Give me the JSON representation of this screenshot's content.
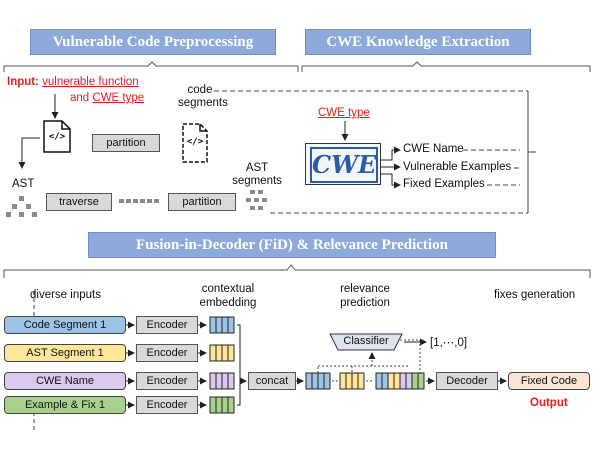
{
  "headers": {
    "preprocessing": "Vulnerable Code Preprocessing",
    "knowledge": "CWE Knowledge Extraction",
    "fid": "Fusion-in-Decoder (FiD) & Relevance Prediction"
  },
  "preprocessing": {
    "input_label": "Input:",
    "input_function": "vulnerable function",
    "and_text": "and",
    "input_cwe": "CWE type",
    "code_segments": "code\nsegments",
    "ast": "AST",
    "ast_segments": "AST\nsegments",
    "partition_top": "partition",
    "traverse": "traverse",
    "partition_bottom": "partition",
    "file_icon_glyph": "</>"
  },
  "knowledge": {
    "cwe_type": "CWE type",
    "logo_text": "CWE",
    "cwe_name": "CWE Name",
    "vulnerable_examples": "Vulnerable Examples",
    "fixed_examples": "Fixed Examples"
  },
  "fid": {
    "diverse_inputs": "diverse inputs",
    "contextual_embedding": "contextual\nembedding",
    "relevance_prediction": "relevance\nprediction",
    "fixes_generation": "fixes generation",
    "inputs": [
      {
        "label": "Code Segment 1",
        "color": "#9dc3e6"
      },
      {
        "label": "AST Segment 1",
        "color": "#ffe699"
      },
      {
        "label": "CWE Name",
        "color": "#d9c9ec"
      },
      {
        "label": "Example & Fix 1",
        "color": "#a9d18e"
      }
    ],
    "encoder": "Encoder",
    "concat": "concat",
    "classifier": "Classifier",
    "classifier_output": "[1,⋯,0]",
    "decoder": "Decoder",
    "fixed_code": "Fixed Code",
    "output": "Output"
  },
  "colors": {
    "header_bg": "#8eaadb",
    "accent_red": "#e0201a",
    "box_gray": "#d9d9d9",
    "fixed_code": "#fbe5d6"
  }
}
